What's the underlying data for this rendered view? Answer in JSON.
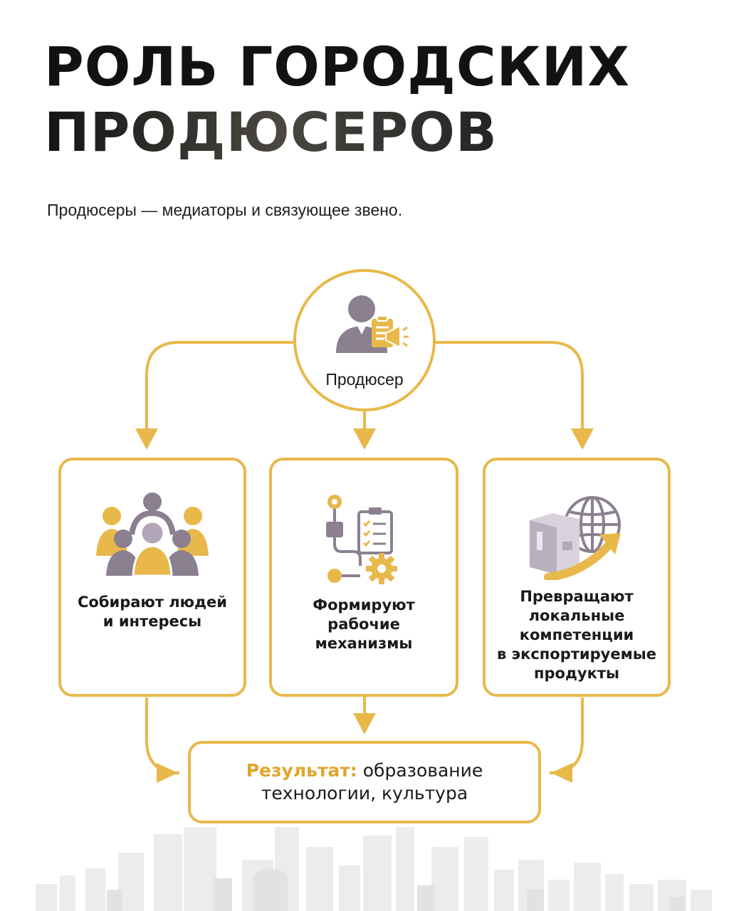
{
  "header": {
    "title_line1": "РОЛЬ ГОРОДСКИХ",
    "title_line2": "ПРОДЮСЕРОВ",
    "subtitle": "Продюсеры — медиаторы и связующее звено."
  },
  "producer": {
    "label": "Продюсер",
    "icon": "producer-icon"
  },
  "roles": [
    {
      "label": "Собирают людей\nи интересы",
      "icon": "people-group-icon"
    },
    {
      "label": "Формируют\nрабочие\nмеханизмы",
      "icon": "workflow-checklist-gear-icon"
    },
    {
      "label": "Превращают\nлокальные\nкомпетенции\nв экспортируемые\nпродукты",
      "icon": "export-globe-box-icon"
    }
  ],
  "result": {
    "prefix": "Результат:",
    "text_line1": " образование",
    "text_line2": "технологии, культура"
  },
  "colors": {
    "accent": "#e8b84a",
    "accent_dark": "#e0a62c",
    "icon_gray": "#8a8090",
    "title": "#121212"
  }
}
